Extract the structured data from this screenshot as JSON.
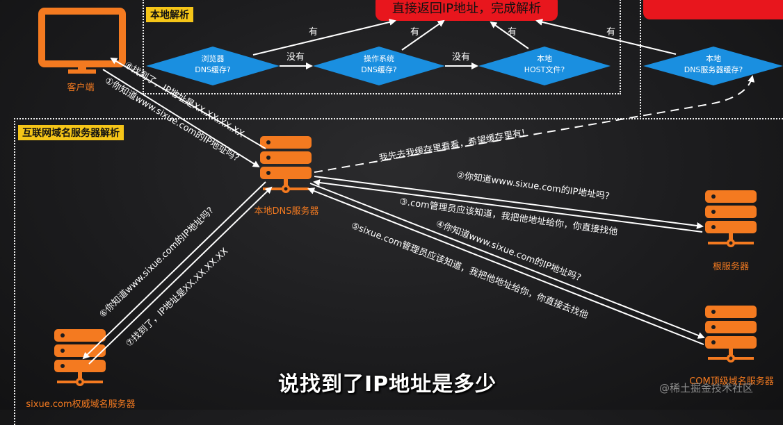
{
  "sections": {
    "local_label": "本地解析",
    "internet_label": "互联网域名服务器解析"
  },
  "result_box": "直接返回IP地址，完成解析",
  "decisions": [
    {
      "line1": "浏览器",
      "line2": "DNS缓存?"
    },
    {
      "line1": "操作系统",
      "line2": "DNS缓存?"
    },
    {
      "line1": "本地",
      "line2": "HOST文件?"
    },
    {
      "line1": "本地",
      "line2": "DNS服务器缓存?"
    }
  ],
  "edge_labels": {
    "yes": "有",
    "no": "没有"
  },
  "nodes": {
    "client": "客户端",
    "local_dns": "本地DNS服务器",
    "root": "根服务器",
    "com_tld": "COM顶级域名服务器",
    "authoritative": "sixue.com权威域名服务器"
  },
  "messages": {
    "m1": "①你知道www.sixue.com的IP地址吗?",
    "m8": "⑧找到了，IP地址是XX.XX.XX.XX",
    "cache": "我先去我缓存里看看，希望缓存里有!",
    "m2": "②你知道www.sixue.com的IP地址吗?",
    "m3": "③.com管理员应该知道，我把他地址给你，你直接找他",
    "m4": "④你知道www.sixue.com的IP地址吗?",
    "m5": "⑤sixue.com管理员应该知道，我把他地址给你，你直接去找他",
    "m6": "⑥你知道www.sixue.com的IP地址吗?",
    "m7": "⑦找到了，IP地址是XX.XX.XX.XX"
  },
  "caption": "说找到了IP地址是多少",
  "watermark": "@稀土掘金技术社区",
  "colors": {
    "accent_orange": "#f47a20",
    "diamond_blue": "#1a8fe0",
    "red": "#e8161d",
    "label_yellow": "#f5c518"
  }
}
